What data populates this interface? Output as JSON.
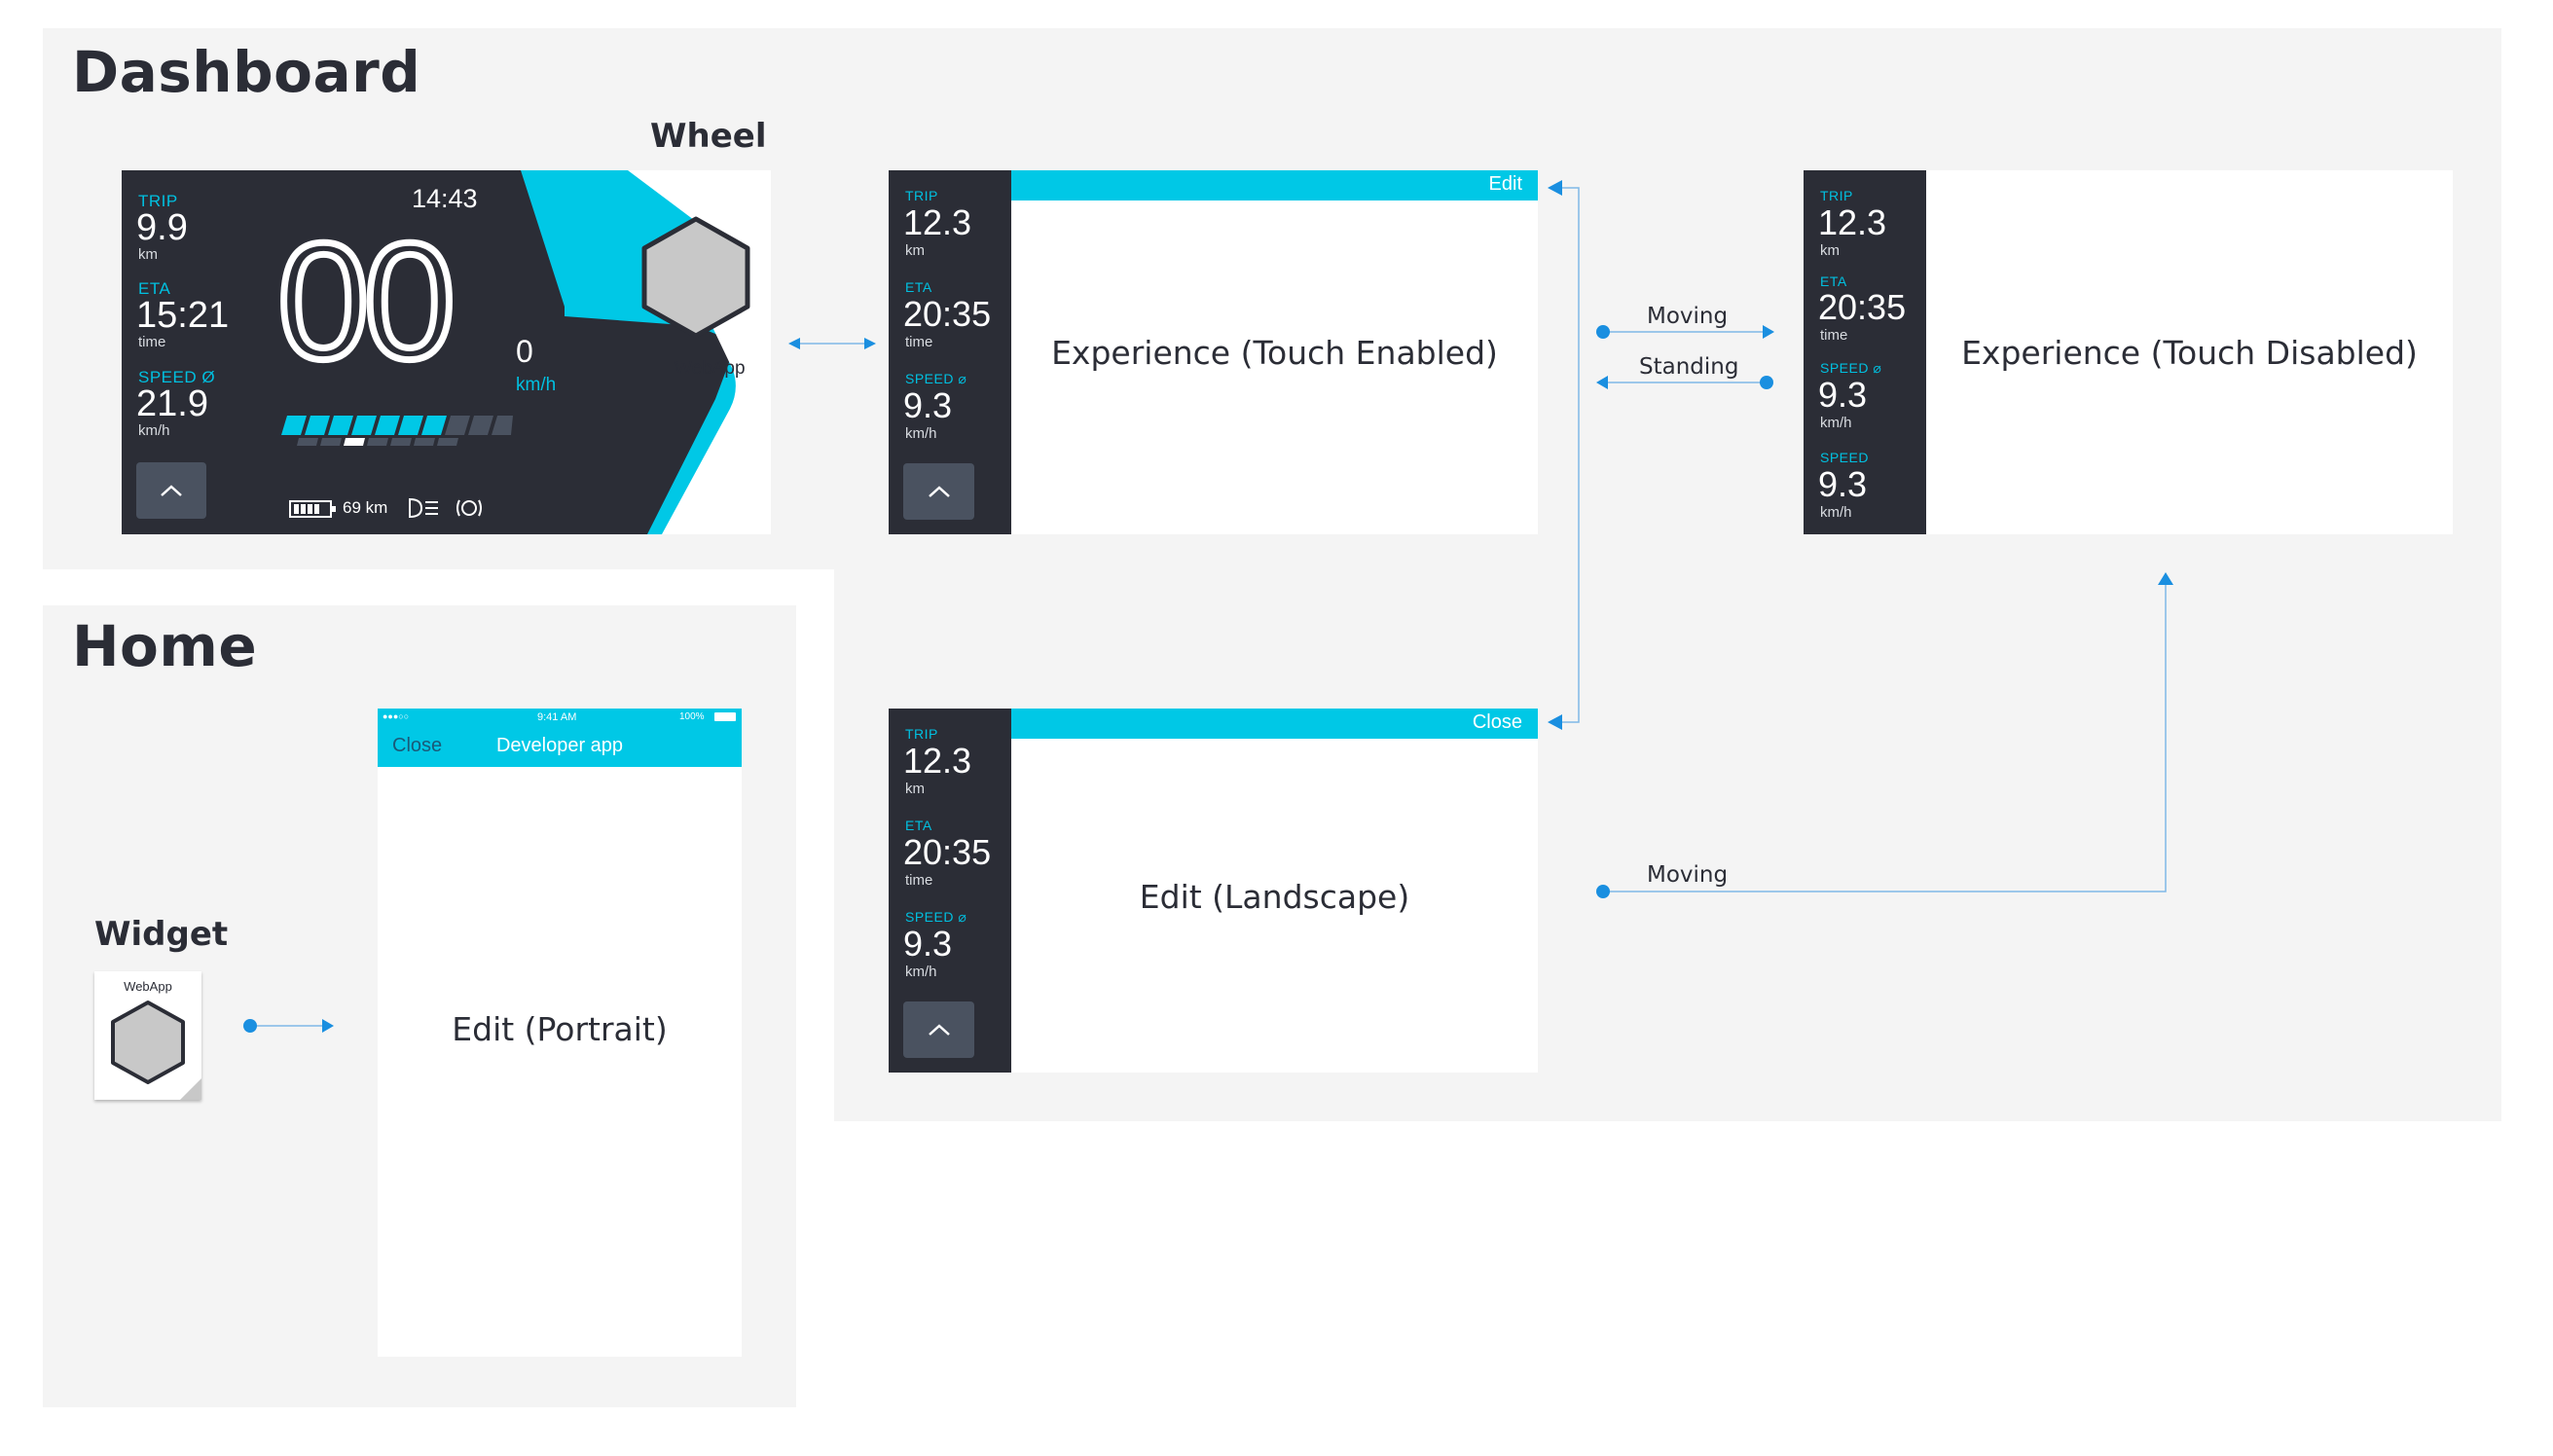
{
  "sections": {
    "dashboard": "Dashboard",
    "home": "Home"
  },
  "labels": {
    "wheel": "Wheel",
    "widget": "Widget"
  },
  "wheel": {
    "trip": {
      "label": "TRIP",
      "value": "9.9",
      "unit": "km"
    },
    "eta": {
      "label": "ETA",
      "value": "15:21",
      "unit": "time"
    },
    "speed": {
      "label": "SPEED Ø",
      "value": "21.9",
      "unit": "km/h"
    },
    "clock": "14:43",
    "big_speed": "00",
    "gear": "0",
    "gear_unit": "km/h",
    "range": "69 km",
    "webapp": "WebApp"
  },
  "touch_enabled": {
    "bar_label": "Edit",
    "title": "Experience (Touch Enabled)",
    "trip": {
      "label": "TRIP",
      "value": "12.3",
      "unit": "km"
    },
    "eta": {
      "label": "ETA",
      "value": "20:35",
      "unit": "time"
    },
    "speed": {
      "label": "SPEED ⌀",
      "value": "9.3",
      "unit": "km/h"
    }
  },
  "touch_disabled": {
    "title": "Experience (Touch Disabled)",
    "trip": {
      "label": "TRIP",
      "value": "12.3",
      "unit": "km"
    },
    "eta": {
      "label": "ETA",
      "value": "20:35",
      "unit": "time"
    },
    "speed1": {
      "label": "SPEED ⌀",
      "value": "9.3",
      "unit": "km/h"
    },
    "speed2": {
      "label": "SPEED",
      "value": "9.3",
      "unit": "km/h"
    }
  },
  "edit_landscape": {
    "bar_label": "Close",
    "title": "Edit (Landscape)",
    "trip": {
      "label": "TRIP",
      "value": "12.3",
      "unit": "km"
    },
    "eta": {
      "label": "ETA",
      "value": "20:35",
      "unit": "time"
    },
    "speed": {
      "label": "SPEED ⌀",
      "value": "9.3",
      "unit": "km/h"
    }
  },
  "edit_portrait": {
    "status_signal": "●●●○○",
    "status_time": "9:41 AM",
    "status_battery": "100%",
    "close": "Close",
    "nav_title": "Developer app",
    "title": "Edit (Portrait)"
  },
  "widget": {
    "webapp": "WebApp"
  },
  "flow": {
    "moving_1": "Moving",
    "standing": "Standing",
    "moving_2": "Moving"
  },
  "colors": {
    "accent": "#00c8e6",
    "dark": "#2b2d36",
    "arrow": "#1a8fe0",
    "panel": "#f4f4f4"
  }
}
